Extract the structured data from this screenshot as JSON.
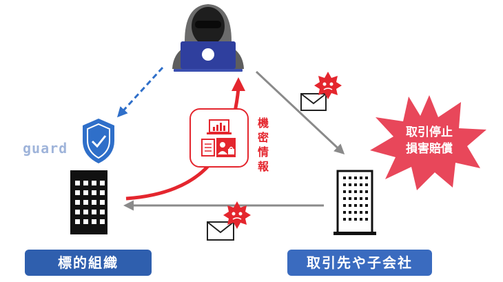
{
  "labels": {
    "target_org": "標的組織",
    "partner_org": "取引先や子会社",
    "guard": "guard",
    "secret_info": [
      "機",
      "密",
      "情",
      "報"
    ],
    "impact": [
      "取引停止",
      "損害賠償"
    ]
  },
  "colors": {
    "red_accent": "#e4262e",
    "shield_blue": "#2f6fc9",
    "label_blue": "#2f5fae",
    "arrow_gray": "#8a8a8a",
    "burst_red": "#e8475a",
    "laptop_blue": "#2f3f9e"
  },
  "icons": [
    "hacker-icon",
    "laptop-icon",
    "shield-check-icon",
    "building-icon",
    "mail-icon",
    "virus-icon",
    "document-icon",
    "chart-icon"
  ]
}
